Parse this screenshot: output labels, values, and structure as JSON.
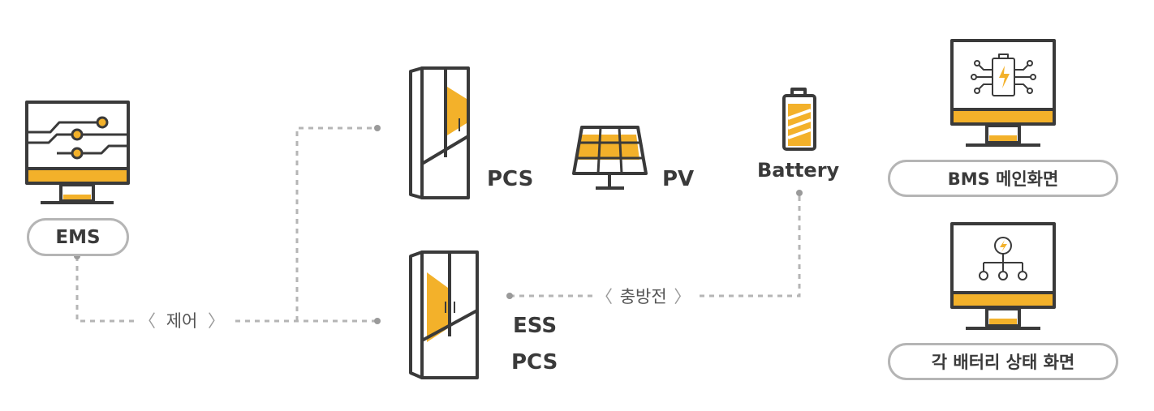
{
  "colors": {
    "accent": "#f3b12a",
    "stroke": "#3a3a3a",
    "dashed": "#b5b5b5"
  },
  "ems": {
    "label": "EMS",
    "icon": "monitor-circuit-icon"
  },
  "pcs": {
    "label": "PCS",
    "icon": "cabinet-icon"
  },
  "pv": {
    "label": "PV",
    "icon": "solar-panel-icon"
  },
  "battery": {
    "label": "Battery",
    "icon": "battery-icon"
  },
  "ess_pcs": {
    "label_line1": "ESS",
    "label_line2": "PCS",
    "icon": "cabinet-icon"
  },
  "connectors": {
    "control": "제어",
    "charge": "충방전",
    "bracket_left": "〈",
    "bracket_right": "〉"
  },
  "bms_main": {
    "label": "BMS 메인화면",
    "icon": "monitor-battery-icon"
  },
  "battery_status": {
    "label": "각 배터리 상태 화면",
    "icon": "monitor-tree-icon"
  }
}
